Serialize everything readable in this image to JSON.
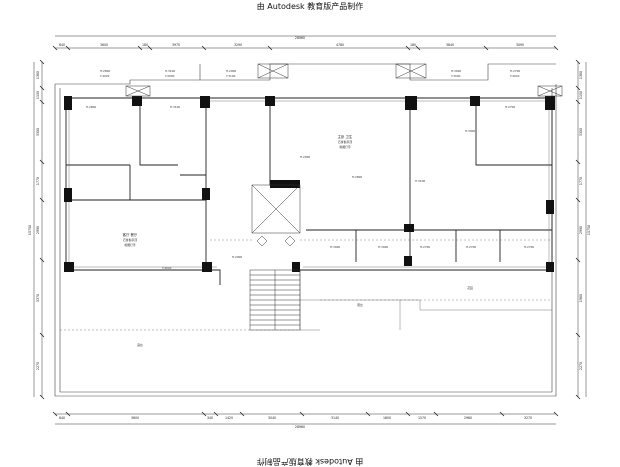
{
  "banner": {
    "top": "由 Autodesk 教育版产品制作",
    "bottom": "由 Autodesk 教育版产品制作"
  },
  "dimensions": {
    "top_overall": "28960",
    "top_segments": [
      "640",
      "3600",
      "180",
      "3970",
      "3290",
      "4780",
      "180",
      "3840",
      "3090"
    ],
    "bottom_overall": "28960",
    "bottom_segments": [
      "640",
      "3600",
      "340",
      "1420",
      "3040",
      "3140",
      "1800",
      "1570",
      "2960",
      "3270"
    ],
    "left_overall": "15750",
    "left_segments": [
      "1380",
      "1150",
      "3300",
      "1770",
      "2990",
      "3370",
      "2270"
    ],
    "right_overall": "15750",
    "right_segments": [
      "1380",
      "1150",
      "3300",
      "1770",
      "2990",
      "1980",
      "2270"
    ]
  },
  "rooms": {
    "living_room": {
      "name": "客厅 餐厅",
      "notes": [
        "石膏板吊顶",
        "暗藏灯带"
      ]
    },
    "bedroom_suite": {
      "name": "主卧 卫生",
      "notes": [
        "石膏板吊顶",
        "暗藏灯带"
      ]
    },
    "terrace": {
      "name": "露台"
    },
    "balcony": {
      "name": "阳台"
    },
    "garden": {
      "name": "花园"
    }
  },
  "labels": {
    "h_a": "H:2800",
    "h_b": "H:3100",
    "h_c": "H:2900",
    "h_d": "H:3000",
    "h_e": "H:2700",
    "lvl_a": "Y:4020",
    "lvl_b": "Y:2900",
    "lvl_c": "Y:3100",
    "lvl_d": "Y:3000"
  }
}
